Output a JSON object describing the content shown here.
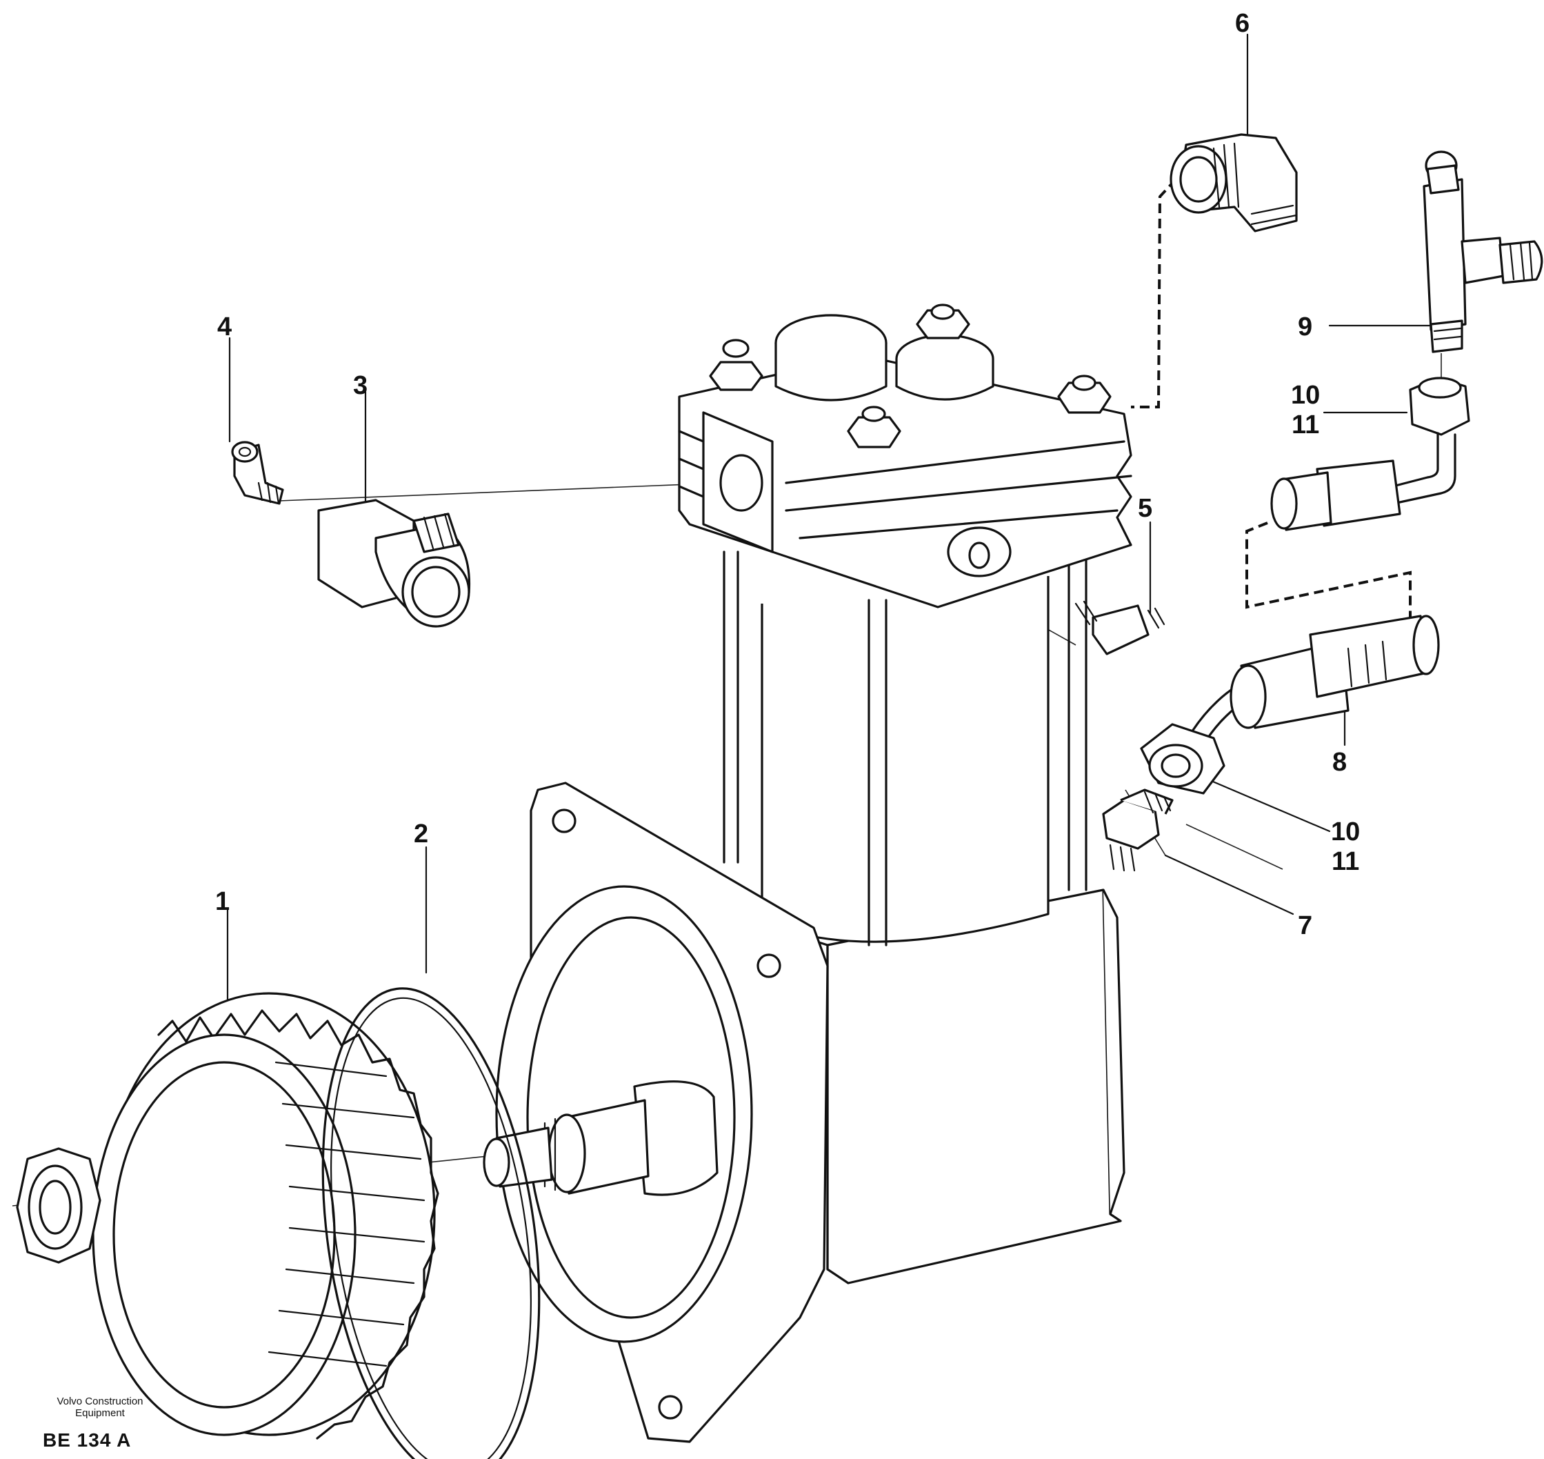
{
  "callouts": [
    {
      "id": "1",
      "lines": [
        "1"
      ]
    },
    {
      "id": "2",
      "lines": [
        "2"
      ]
    },
    {
      "id": "3",
      "lines": [
        "3"
      ]
    },
    {
      "id": "4",
      "lines": [
        "4"
      ]
    },
    {
      "id": "5",
      "lines": [
        "5"
      ]
    },
    {
      "id": "6",
      "lines": [
        "6"
      ]
    },
    {
      "id": "7",
      "lines": [
        "7"
      ]
    },
    {
      "id": "8",
      "lines": [
        "8"
      ]
    },
    {
      "id": "9",
      "lines": [
        "9"
      ]
    },
    {
      "id": "10-11-top",
      "lines": [
        "10",
        "11"
      ]
    },
    {
      "id": "10-11-bottom",
      "lines": [
        "10",
        "11"
      ]
    }
  ],
  "footer": {
    "brand_line1": "Volvo Construction",
    "brand_line2": "Equipment",
    "code": "BE 134 A"
  },
  "colors": {
    "ink": "#111111",
    "paper": "#ffffff"
  }
}
